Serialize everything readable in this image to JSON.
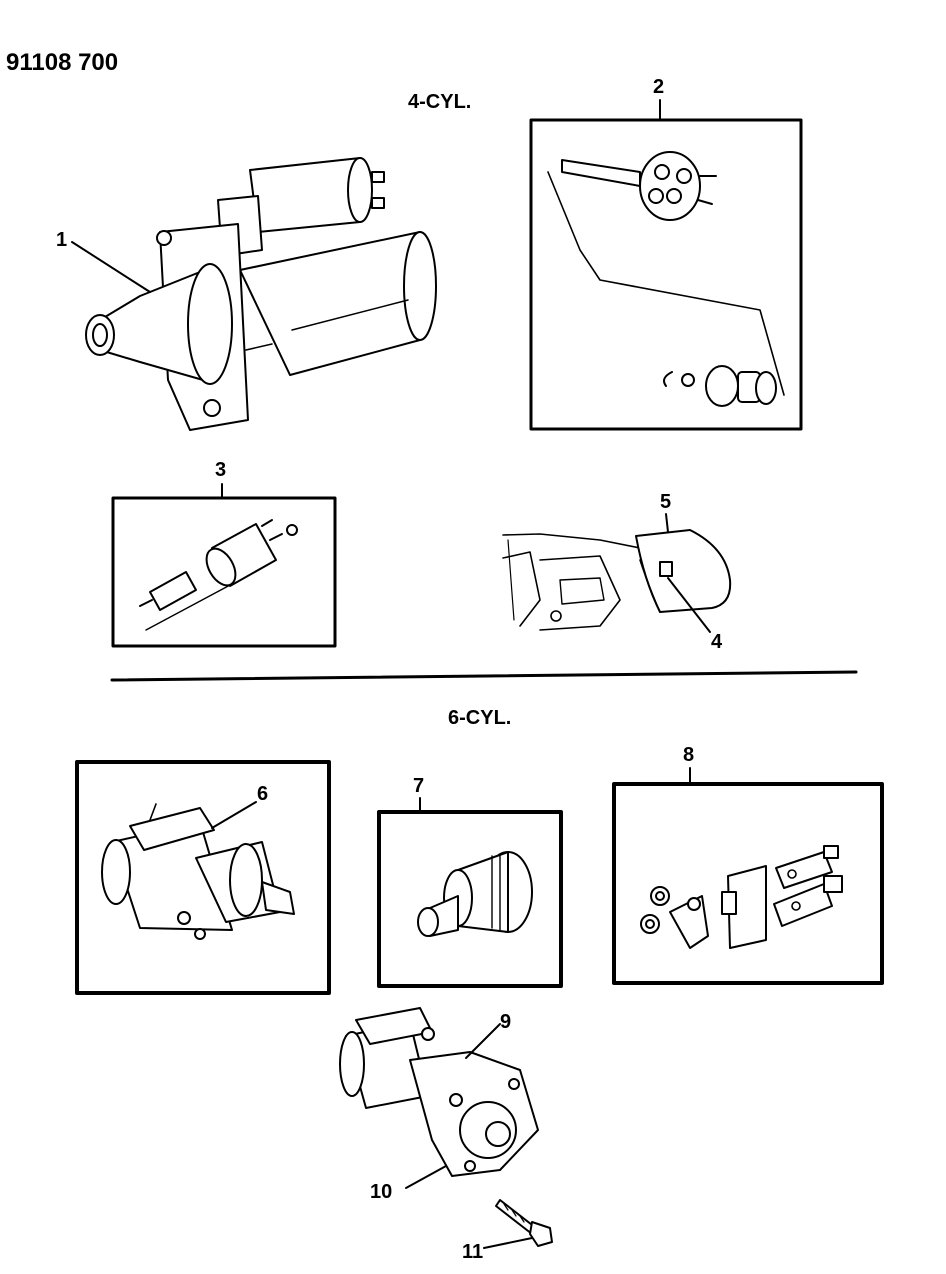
{
  "diagram_id": "91108 700",
  "sections": {
    "four_cyl": "4-CYL.",
    "six_cyl": "6-CYL."
  },
  "callouts": [
    "1",
    "2",
    "3",
    "4",
    "5",
    "6",
    "7",
    "8",
    "9",
    "10",
    "11"
  ],
  "parts": {
    "p1": "starter-motor-4cyl",
    "p2": "starter-internal-kit",
    "p3": "solenoid-plunger-kit",
    "p4": "starter-heat-shield-clip",
    "p5": "starter-heat-shield",
    "p6": "starter-motor-6cyl",
    "p7": "drive-gear-clutch",
    "p8": "brush-contact-kit",
    "p9": "starter-assembly-mounted",
    "p10": "mounting-flange",
    "p11": "mounting-bolt"
  }
}
